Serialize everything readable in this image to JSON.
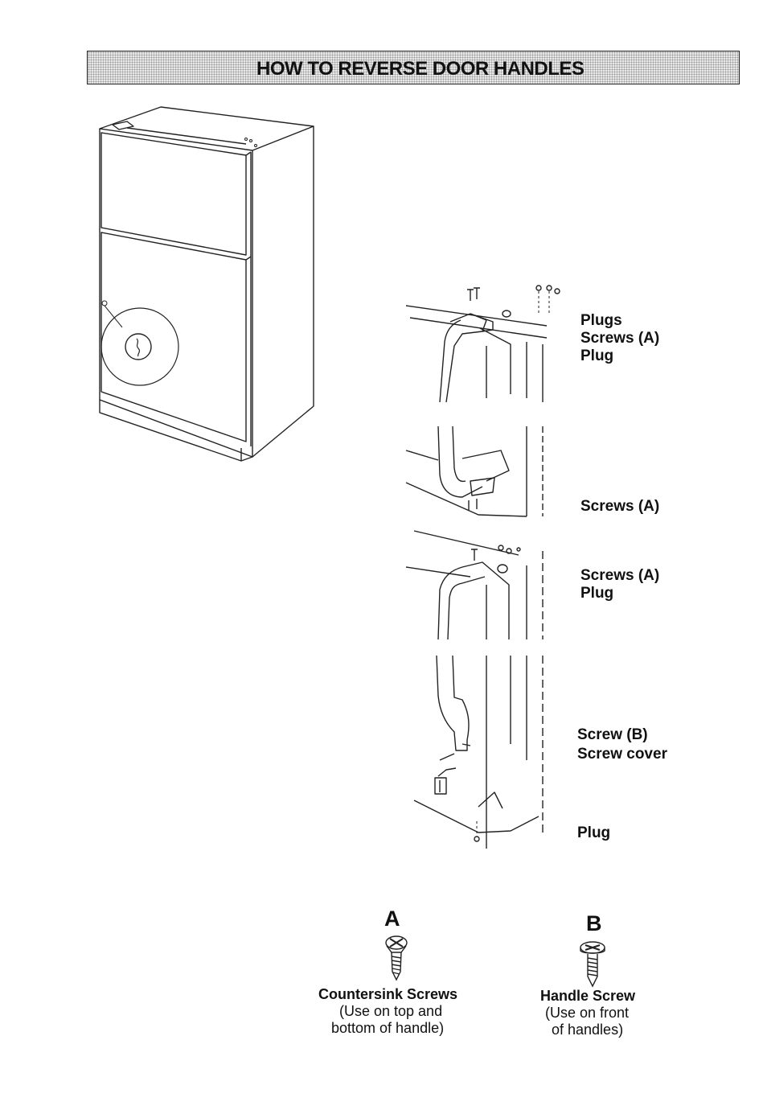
{
  "page": {
    "title": "HOW TO REVERSE DOOR HANDLES"
  },
  "labels": {
    "plugs_top": "Plugs",
    "screws_a_top": "Screws (A)",
    "plug_top": "Plug",
    "screws_a_bottom_of_top_handle": "Screws (A)",
    "screws_a_reversed": "Screws (A)",
    "plug_reversed": "Plug",
    "screw_b": "Screw (B)",
    "screw_cover": "Screw cover",
    "plug_bottom": "Plug"
  },
  "legend": {
    "a": {
      "letter": "A",
      "title": "Countersink Screws",
      "line1": "(Use on top and",
      "line2": "bottom of handle)"
    },
    "b": {
      "letter": "B",
      "title": "Handle Screw",
      "line1": "(Use on front",
      "line2": "of handles)"
    }
  },
  "icons": {
    "refrigerator": "refrigerator-illustration",
    "handle_top_step": "handle-removal-illustration",
    "handle_reversed_step": "handle-installed-illustration",
    "countersink_screw": "countersink-screw-icon",
    "handle_screw": "handle-screw-icon"
  }
}
